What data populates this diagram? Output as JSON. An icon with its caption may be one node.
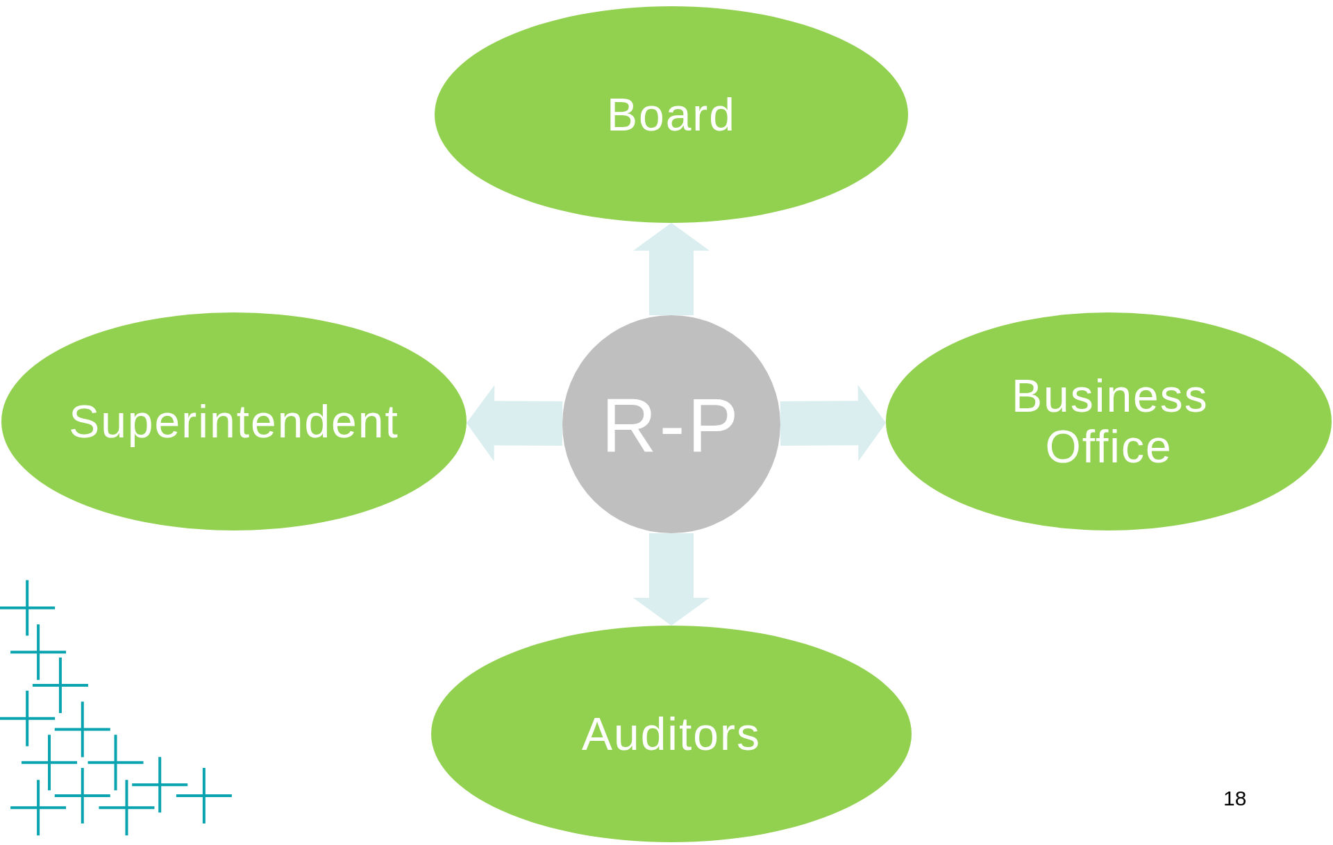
{
  "diagram": {
    "nodes": [
      {
        "text": [
          "Board"
        ]
      },
      {
        "text": [
          "Superintendent"
        ]
      },
      {
        "text": [
          "R-P"
        ]
      },
      {
        "text": [
          "Business Office"
        ]
      },
      {
        "text": [
          "Auditors"
        ]
      }
    ],
    "edges": [
      {
        "from": 2,
        "to": 0,
        "arrow": "to"
      },
      {
        "from": 2,
        "to": 1,
        "arrow": "to"
      },
      {
        "from": 2,
        "to": 3,
        "arrow": "to"
      },
      {
        "from": 2,
        "to": 4,
        "arrow": "to"
      }
    ],
    "labels": [
      "18"
    ]
  }
}
